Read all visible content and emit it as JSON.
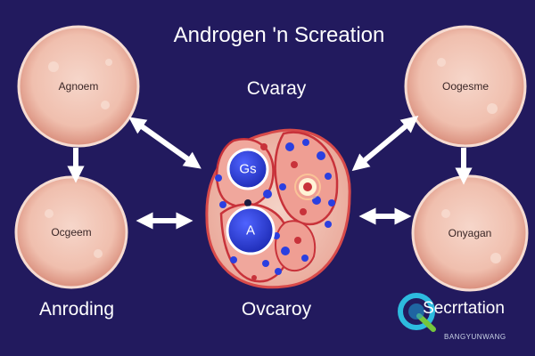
{
  "title": "Androgen 'n Screation",
  "center_top_label": "Cvaray",
  "center_bottom_label": "Ovcaroy",
  "left_bottom_label": "Anroding",
  "right_bottom_label": "Secrrtation",
  "cells": {
    "top_left": "Agnoem",
    "bottom_left": "Ocgeem",
    "top_right": "Oogesme",
    "bottom_right": "Onyagan"
  },
  "nuclei": {
    "upper": "Gs",
    "lower": "A"
  },
  "watermark_sub": "BANGYUNWANG",
  "colors": {
    "background": "#221a5e",
    "cell_fill": "#f2c3b2",
    "nucleus_blue": "#2b3fe0",
    "cell_red": "#c8323a",
    "arrow": "#ffffff"
  }
}
